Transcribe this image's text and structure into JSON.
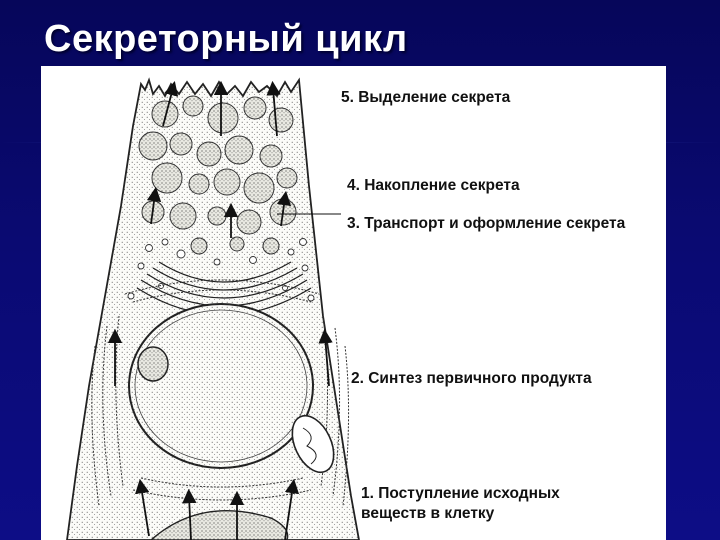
{
  "slide": {
    "title": "Секреторный цикл"
  },
  "figure": {
    "labels": {
      "step5": "5. Выделение секрета",
      "step4": "4. Накопление секрета",
      "step3": "3. Транспорт и оформление секрета",
      "step2": "2. Синтез первичного продукта",
      "step1": "1. Поступление исходных веществ в клетку"
    }
  },
  "colors": {
    "background": "#0b0b6e",
    "title_text": "#ffffff",
    "panel": "#ffffff",
    "ink": "#222222"
  }
}
